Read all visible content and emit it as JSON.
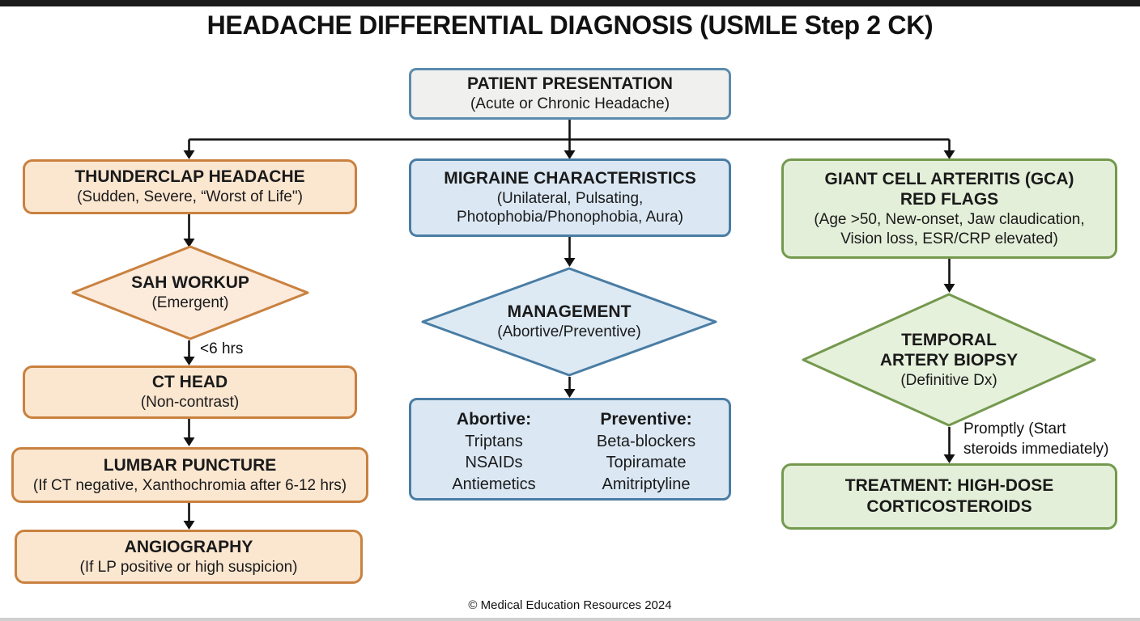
{
  "page": {
    "title": "HEADACHE DIFFERENTIAL DIAGNOSIS (USMLE Step 2 CK)",
    "footer": "© Medical Education Resources 2024"
  },
  "root_node": {
    "title": "PATIENT PRESENTATION",
    "subtitle": "(Acute or Chronic Headache)"
  },
  "thunderclap_branch": {
    "presentation": {
      "title": "THUNDERCLAP HEADACHE",
      "subtitle": "(Sudden, Severe, “Worst of Life\")"
    },
    "decision": {
      "title": "SAH WORKUP",
      "subtitle": "(Emergent)"
    },
    "arrow_label": "<6 hrs",
    "ct_head": {
      "title": "CT HEAD",
      "subtitle": "(Non-contrast)"
    },
    "lumbar_puncture": {
      "title": "LUMBAR PUNCTURE",
      "subtitle": "(If CT negative, Xanthochromia after 6-12 hrs)"
    },
    "angiography": {
      "title": "ANGIOGRAPHY",
      "subtitle": "(If LP positive or high suspicion)"
    }
  },
  "migraine_branch": {
    "presentation": {
      "title": "MIGRAINE CHARACTERISTICS",
      "line2": "(Unilateral, Pulsating,",
      "line3": "Photophobia/Phonophobia, Aura)"
    },
    "decision": {
      "title": "MANAGEMENT",
      "subtitle": "(Abortive/Preventive)"
    },
    "therapy": {
      "abortive_header": "Abortive:",
      "abortive_items": [
        "Triptans",
        "NSAIDs",
        "Antiemetics"
      ],
      "preventive_header": "Preventive:",
      "preventive_items": [
        "Beta-blockers",
        "Topiramate",
        "Amitriptyline"
      ]
    }
  },
  "gca_branch": {
    "presentation": {
      "title_line1": "GIANT CELL ARTERITIS (GCA)",
      "title_line2": "RED FLAGS",
      "line3": "(Age >50, New-onset, Jaw claudication,",
      "line4": "Vision loss, ESR/CRP elevated)"
    },
    "decision": {
      "title_line1": "TEMPORAL",
      "title_line2": "ARTERY BIOPSY",
      "subtitle": "(Definitive Dx)"
    },
    "arrow_label_line1": "Promptly (Start",
    "arrow_label_line2": "steroids immediately)",
    "treatment": {
      "title_line1": "TREATMENT: HIGH-DOSE",
      "title_line2": "CORTICOSTEROIDS"
    }
  },
  "colors": {
    "orange_border": "#c9813f",
    "orange_fill": "#fbe6d0",
    "blue_border": "#4a7da4",
    "blue_fill": "#dbe8f4",
    "green_border": "#74994e",
    "green_fill": "#e4efd9",
    "neutral_fill": "#f0f0ee",
    "neutral_border": "#5b8cad",
    "arrow": "#111111",
    "text": "#1a1a1a"
  }
}
